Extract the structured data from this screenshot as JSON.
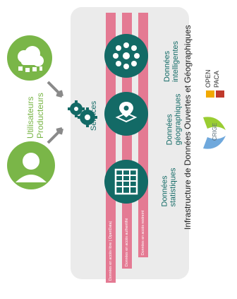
{
  "actors": {
    "line1": "Utilisateurs",
    "line2": "Producteurs"
  },
  "services_label": "Services",
  "access": [
    "Données en accès libre ( OpenData)",
    "Données en accès authentifié",
    "Données en accès restreint"
  ],
  "data_types": [
    {
      "line1": "Données",
      "line2": "statistiques"
    },
    {
      "line1": "Données",
      "line2": "géographiques"
    },
    {
      "line1": "Données",
      "line2": "intelligentes"
    }
  ],
  "title": "Infrastructure de Données Ouvertes et Géographiques",
  "logos": {
    "open_paca_line1": "OPEN",
    "open_paca_line2": "PACA",
    "crige": "CRIGE"
  },
  "colors": {
    "green": "#7ab648",
    "teal": "#136a66",
    "pink": "#e47a93",
    "panel": "#ebebeb"
  }
}
